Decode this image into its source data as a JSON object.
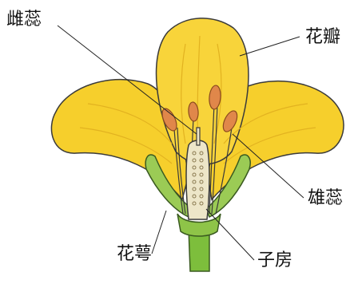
{
  "labels": {
    "pistil": "雌蕊",
    "petal": "花瓣",
    "stamen": "雄蕊",
    "sepal": "花萼",
    "ovary": "子房"
  },
  "colors": {
    "petal_fill": "#F6CF2C",
    "petal_stroke": "#3A3A3A",
    "anther": "#E0874A",
    "stem": "#7DBE3C",
    "sepal": "#9BCB55",
    "pistil_body": "#EDE6C8"
  }
}
